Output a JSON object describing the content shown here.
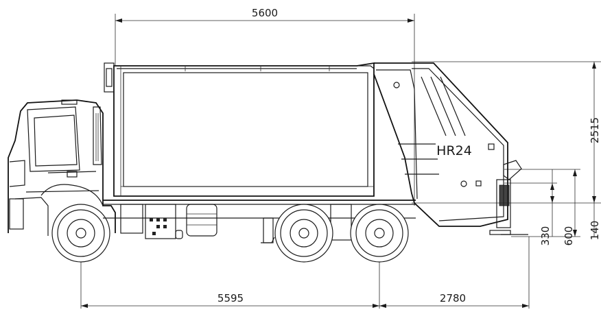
{
  "model_label": "HR24",
  "dimensions": {
    "body_length": "5600",
    "wheelbase": "5595",
    "rear_overhang": "2780",
    "height": "2515",
    "h_330": "330",
    "h_600": "600",
    "h_140": "140"
  }
}
